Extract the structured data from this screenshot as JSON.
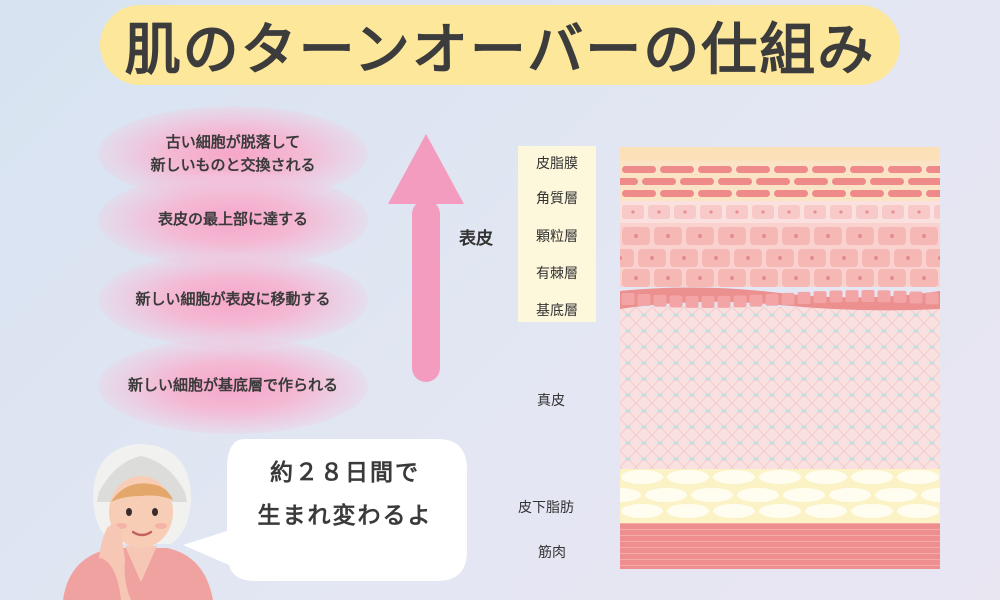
{
  "title": "肌のターンオーバーの仕組み",
  "stages": [
    "古い細胞が脱落して\n新しいものと交換される",
    "表皮の最上部に達する",
    "新しい細胞が表皮に移動する",
    "新しい細胞が基底層で作られる"
  ],
  "epidermis_label": "表皮",
  "epidermis_layers": [
    "皮脂膜",
    "角質層",
    "顆粒層",
    "有棘層",
    "基底層"
  ],
  "dermis_label": "真皮",
  "subcutaneous_label": "皮下脂肪",
  "muscle_label": "筋肉",
  "speech_bubble": "約２８日間で\n生まれ変わるよ",
  "colors": {
    "banner": "#fde79a",
    "arrow": "#f49cbf",
    "stage_glow": "#f6a6c9",
    "label_column": "#fdf7dc",
    "sebum": "#fbe0b8",
    "stratum_corneum": "#ee8a8a",
    "granular": "#f7c9c9",
    "spinous": "#f5b8b4",
    "basal": "#ec8f8f",
    "dermis": "#f9e1e1",
    "subcutaneous_fat": "#fbf3c6",
    "muscle": "#ef8e8e"
  }
}
